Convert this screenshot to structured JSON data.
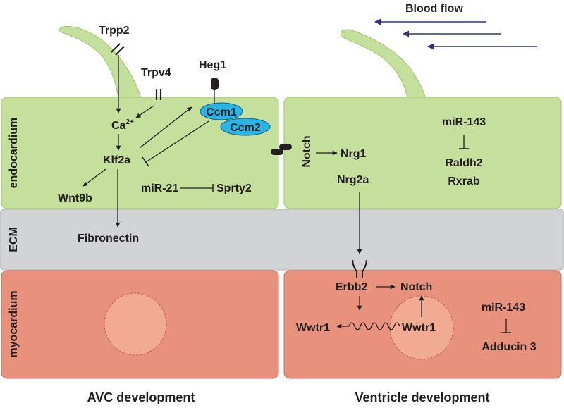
{
  "labels": {
    "blood_flow": "Blood flow",
    "endocardium": "endocardium",
    "ecm": "ECM",
    "myocardium": "myocardium",
    "avc_development": "AVC development",
    "ventricle_development": "Ventricle development"
  },
  "avc": {
    "trpp2": "Trpp2",
    "trpv4": "Trpv4",
    "heg1": "Heg1",
    "ccm1": "Ccm1",
    "ccm2": "Ccm2",
    "ca": "Ca",
    "ca_sup": "2+",
    "klf2a": "Klf2a",
    "wnt9b": "Wnt9b",
    "mir21": "miR-21",
    "sprty2": "Sprty2",
    "fibronectin": "Fibronectin"
  },
  "ventricle": {
    "notch_endo": "Notch",
    "nrg1": "Nrg1",
    "nrg2a": "Nrg2a",
    "mir143_endo": "miR-143",
    "raldh2": "Raldh2",
    "rxrab": "Rxrab",
    "erbb2": "Erbb2",
    "notch_myo": "Notch",
    "wwtr1_left": "Wwtr1",
    "wwtr1_right": "Wwtr1",
    "mir143_myo": "miR-143",
    "adducin3": "Adducin 3"
  },
  "colors": {
    "endocardium": "#c5df9d",
    "cilium": "#c5df9d",
    "ecm": "#d1d3d4",
    "myocardium": "#e8917c",
    "nucleus": "#f0ab92",
    "ccm": "#29b6e6",
    "blood_flow_arrow": "#2e3192"
  }
}
